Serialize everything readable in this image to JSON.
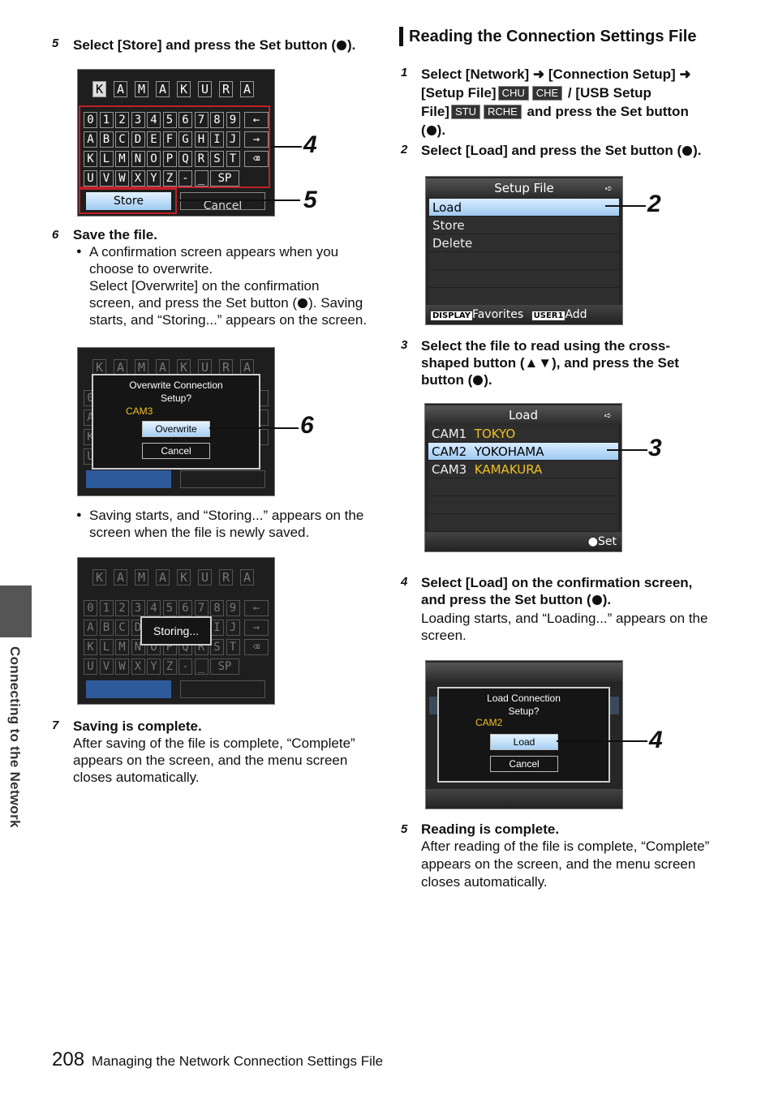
{
  "left": {
    "step5": {
      "num": "5",
      "text_a": "Select [Store] and press the Set button (",
      "text_b": ")."
    },
    "kbd1": {
      "name_keys": [
        "K",
        "A",
        "M",
        "A",
        "K",
        "U",
        "R",
        "A"
      ],
      "rows": [
        [
          "0",
          "1",
          "2",
          "3",
          "4",
          "5",
          "6",
          "7",
          "8",
          "9",
          "←"
        ],
        [
          "A",
          "B",
          "C",
          "D",
          "E",
          "F",
          "G",
          "H",
          "I",
          "J",
          "→"
        ],
        [
          "K",
          "L",
          "M",
          "N",
          "O",
          "P",
          "Q",
          "R",
          "S",
          "T",
          "⌫"
        ],
        [
          "U",
          "V",
          "W",
          "X",
          "Y",
          "Z",
          "-",
          "_",
          "SP"
        ]
      ],
      "store": "Store",
      "cancel": "Cancel",
      "label_4": "4",
      "label_5": "5"
    },
    "step6": {
      "num": "6",
      "title": "Save the file.",
      "b1_l1": "A confirmation screen appears when you",
      "b1_l2": "choose to overwrite.",
      "b1_l3": "Select [Overwrite] on the confirmation",
      "b1_l4a": "screen, and press the Set button (",
      "b1_l4b": "). Saving",
      "b1_l5": "starts, and “Storing...” appears on the screen.",
      "b2_l1": "Saving starts, and “Storing...” appears on the",
      "b2_l2": "screen when the file is newly saved."
    },
    "dlg_overwrite": {
      "title1": "Overwrite Connection",
      "title2": "Setup?",
      "name": "CAM3",
      "overwrite": "Overwrite",
      "cancel": "Cancel",
      "label_6": "6"
    },
    "storing": {
      "text": "Storing..."
    },
    "step7": {
      "num": "7",
      "title": "Saving is complete.",
      "l1": "After saving of the file is complete, “Complete”",
      "l2": "appears on the screen, and the menu screen",
      "l3": "closes automatically."
    }
  },
  "right": {
    "heading": "Reading the Connection Settings File",
    "step1": {
      "num": "1",
      "l1": "Select [Network] ➜ [Connection Setup] ➜",
      "l2a": "[Setup File]",
      "tag_chu": "CHU",
      "tag_che": "CHE",
      "l2b": "/ [USB Setup",
      "l3a": "File]",
      "tag_stu": "STU",
      "tag_rche": "RCHE",
      "l3b": "and press the Set button",
      "l4a": "(",
      "l4b": ")."
    },
    "step2": {
      "num": "2",
      "text_a": "Select [Load] and press the Set button (",
      "text_b": ")."
    },
    "setup_menu": {
      "title": "Setup File",
      "items": [
        "Load",
        "Store",
        "Delete"
      ],
      "display_tag": "DISPLAY",
      "favorites": "Favorites",
      "user_tag": "USER1",
      "add": "Add",
      "label_2": "2"
    },
    "step3": {
      "num": "3",
      "l1": "Select the file to read using the cross-",
      "l2": "shaped button (▲▼), and press the Set",
      "l3a": "button (",
      "l3b": ")."
    },
    "load_menu": {
      "title": "Load",
      "rows": [
        {
          "cam": "CAM1",
          "city": "TOKYO"
        },
        {
          "cam": "CAM2",
          "city": "YOKOHAMA"
        },
        {
          "cam": "CAM3",
          "city": "KAMAKURA"
        }
      ],
      "set": "●Set",
      "label_3": "3"
    },
    "step4": {
      "num": "4",
      "l1": "Select [Load] on the confirmation screen,",
      "l2a": "and press the Set button (",
      "l2b": ").",
      "l3": "Loading starts, and “Loading...” appears on the",
      "l4": "screen."
    },
    "dlg_load": {
      "title1": "Load Connection",
      "title2": "Setup?",
      "name": "CAM2",
      "load": "Load",
      "cancel": "Cancel",
      "label_4": "4"
    },
    "step5": {
      "num": "5",
      "title": "Reading is complete.",
      "l1": "After reading of the file is complete, “Complete”",
      "l2": "appears on the screen, and the menu screen",
      "l3": "closes automatically."
    }
  },
  "side_tab": "Connecting to the Network",
  "footer": {
    "page": "208",
    "title": "Managing the Network Connection Settings File"
  }
}
